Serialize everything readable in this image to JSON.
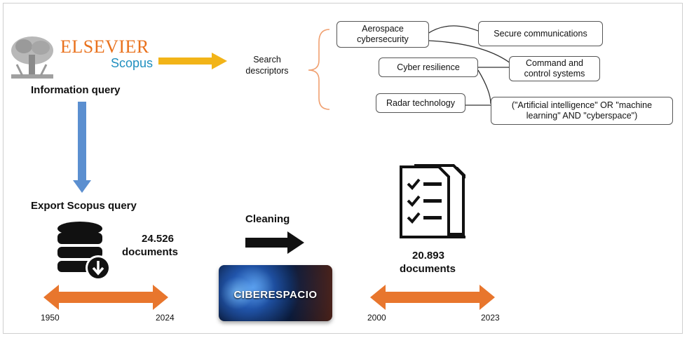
{
  "logo": {
    "brand": "ELSEVIER",
    "product": "Scopus"
  },
  "labels": {
    "information_query": "Information query",
    "search_descriptors": "Search\ndescriptors",
    "export_query": "Export Scopus query",
    "docs_before_count": "24.526",
    "docs_before_unit": "documents",
    "cleaning": "Cleaning",
    "cyber_image_text": "CIBERESPACIO",
    "docs_after_count": "20.893",
    "docs_after_unit": "documents"
  },
  "descriptors": [
    "Aerospace cybersecurity",
    "Secure communications",
    "Cyber resilience",
    "Command and control systems",
    "Radar technology",
    "(\"Artificial intelligence\" OR \"machine learning\" AND \"cyberspace\")"
  ],
  "timelines": {
    "before": {
      "start": "1950",
      "end": "2024"
    },
    "after": {
      "start": "2000",
      "end": "2023"
    }
  },
  "colors": {
    "elsevier_orange": "#e9711c",
    "scopus_blue": "#1f8fbf",
    "yellow_arrow": "#f2b418",
    "blue_arrow": "#5b8fd0",
    "timeline_orange": "#e8762d",
    "bracket_orange": "#f0a070"
  }
}
